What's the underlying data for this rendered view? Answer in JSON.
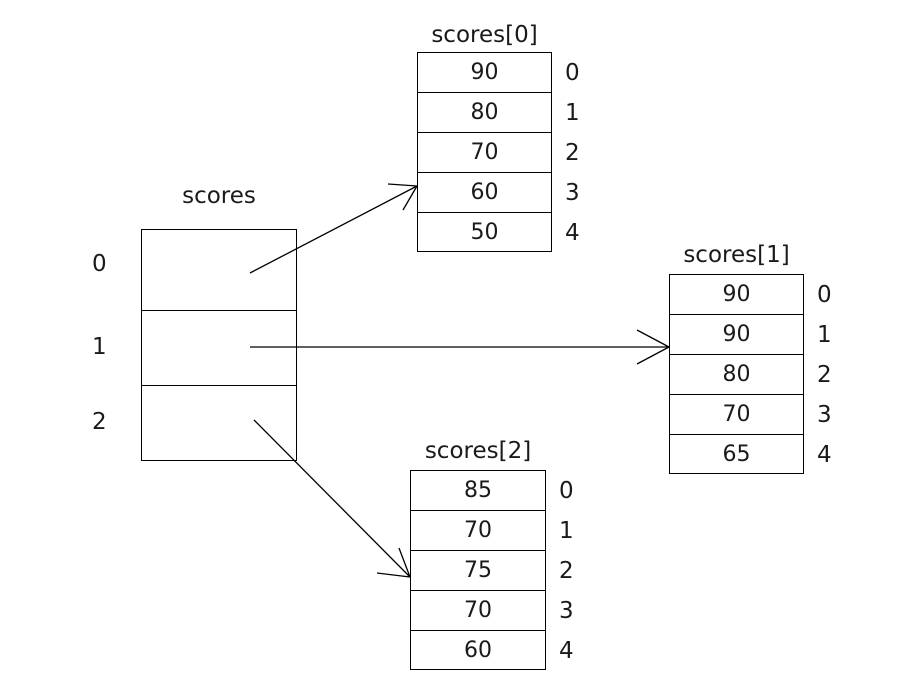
{
  "diagram": {
    "title_root": "scores",
    "root_array": {
      "name": "scores",
      "label": "scores",
      "row_labels": [
        "0",
        "1",
        "2"
      ],
      "rows": [
        "",
        "",
        ""
      ]
    },
    "sub_arrays": [
      {
        "name": "scores-0",
        "label": "scores[0]",
        "values": [
          "90",
          "80",
          "70",
          "60",
          "50"
        ],
        "index_labels": [
          "0",
          "1",
          "2",
          "3",
          "4"
        ]
      },
      {
        "name": "scores-1",
        "label": "scores[1]",
        "values": [
          "90",
          "90",
          "80",
          "70",
          "65"
        ],
        "index_labels": [
          "0",
          "1",
          "2",
          "3",
          "4"
        ]
      },
      {
        "name": "scores-2",
        "label": "scores[2]",
        "values": [
          "85",
          "70",
          "75",
          "70",
          "60"
        ],
        "index_labels": [
          "0",
          "1",
          "2",
          "3",
          "4"
        ]
      }
    ],
    "colors": {
      "background": "#ffffff",
      "stroke": "#000000",
      "text": "#1a1a1a"
    }
  }
}
